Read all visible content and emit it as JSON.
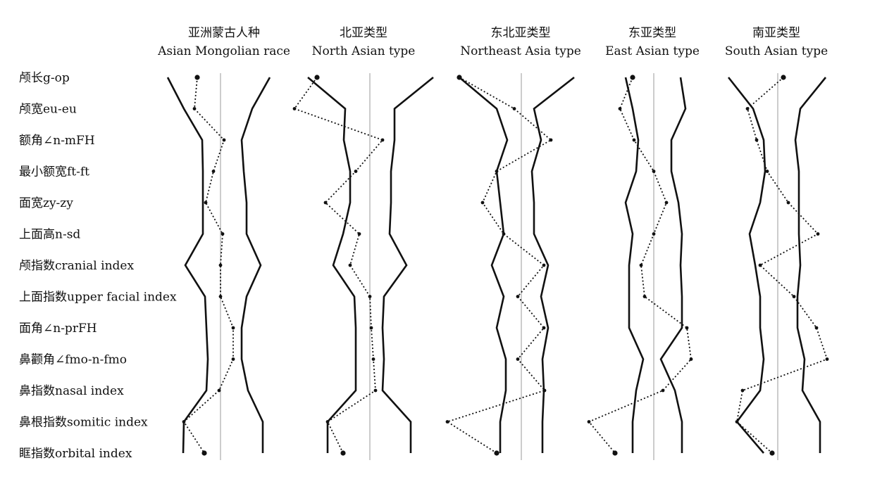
{
  "chart_data": {
    "type": "line",
    "row_labels": [
      "颅长g-op",
      "颅宽eu-eu",
      "额角∠n-mFH",
      "最小额宽ft-ft",
      "面宽zy-zy",
      "上面高n-sd",
      "颅指数cranial index",
      "上面指数upper facial index",
      "面角∠n-prFH",
      "鼻颧角∠fmo-n-fmo",
      "鼻指数nasal index",
      "鼻根指数somitic index",
      "眶指数orbital index"
    ],
    "legend": [],
    "panels": [
      {
        "title_cn": "亚洲蒙古人种",
        "title_en": "Asian Mongolian race",
        "left_bound": [
          -75,
          -52,
          -26,
          -25,
          -25,
          -25,
          -50,
          -22,
          -20,
          -18,
          -20,
          -52,
          -53
        ],
        "right_bound": [
          70,
          45,
          30,
          33,
          37,
          37,
          57,
          37,
          30,
          30,
          39,
          60,
          60
        ],
        "sample": [
          -33,
          -37,
          5,
          -10,
          -21,
          3,
          0,
          0,
          18,
          18,
          -2,
          -52,
          -23
        ]
      },
      {
        "title_cn": "北亚类型",
        "title_en": "North Asian type",
        "left_bound": [
          -88,
          -35,
          -37,
          -28,
          -28,
          -38,
          -52,
          -22,
          -20,
          -20,
          -20,
          -60,
          -60
        ],
        "right_bound": [
          90,
          35,
          35,
          30,
          30,
          28,
          52,
          20,
          18,
          20,
          18,
          58,
          58
        ],
        "sample": [
          -75,
          -107,
          18,
          -20,
          -63,
          -15,
          -28,
          0,
          2,
          5,
          8,
          -60,
          -38
        ]
      },
      {
        "title_cn": "东北亚类型",
        "title_en": "Northeast Asia type",
        "left_bound": [
          -88,
          -35,
          -20,
          -35,
          -30,
          -25,
          -42,
          -25,
          -35,
          -22,
          -22,
          -30,
          -30
        ],
        "right_bound": [
          75,
          18,
          28,
          15,
          18,
          18,
          38,
          28,
          38,
          30,
          32,
          30,
          30
        ],
        "sample": [
          -88,
          -10,
          42,
          -35,
          -55,
          -25,
          32,
          -5,
          32,
          -5,
          33,
          -105,
          -35
        ]
      },
      {
        "title_cn": "东亚类型",
        "title_en": "East Asian type",
        "left_bound": [
          -40,
          -30,
          -22,
          -25,
          -40,
          -30,
          -35,
          -35,
          -35,
          -15,
          -25,
          -30,
          -30
        ],
        "right_bound": [
          38,
          45,
          25,
          25,
          35,
          40,
          38,
          40,
          40,
          10,
          30,
          40,
          40
        ],
        "sample": [
          -30,
          -48,
          -28,
          0,
          18,
          0,
          -18,
          -13,
          47,
          53,
          13,
          -92,
          -55
        ]
      },
      {
        "title_cn": "南亚类型",
        "title_en": "South Asian type",
        "left_bound": [
          -70,
          -35,
          -20,
          -18,
          -25,
          -40,
          -32,
          -25,
          -25,
          -20,
          -25,
          -58,
          -20
        ],
        "right_bound": [
          68,
          32,
          25,
          30,
          30,
          30,
          32,
          28,
          28,
          38,
          35,
          60,
          60
        ],
        "sample": [
          8,
          -43,
          -30,
          -15,
          15,
          57,
          -25,
          23,
          55,
          70,
          -50,
          -58,
          -8
        ]
      }
    ]
  }
}
